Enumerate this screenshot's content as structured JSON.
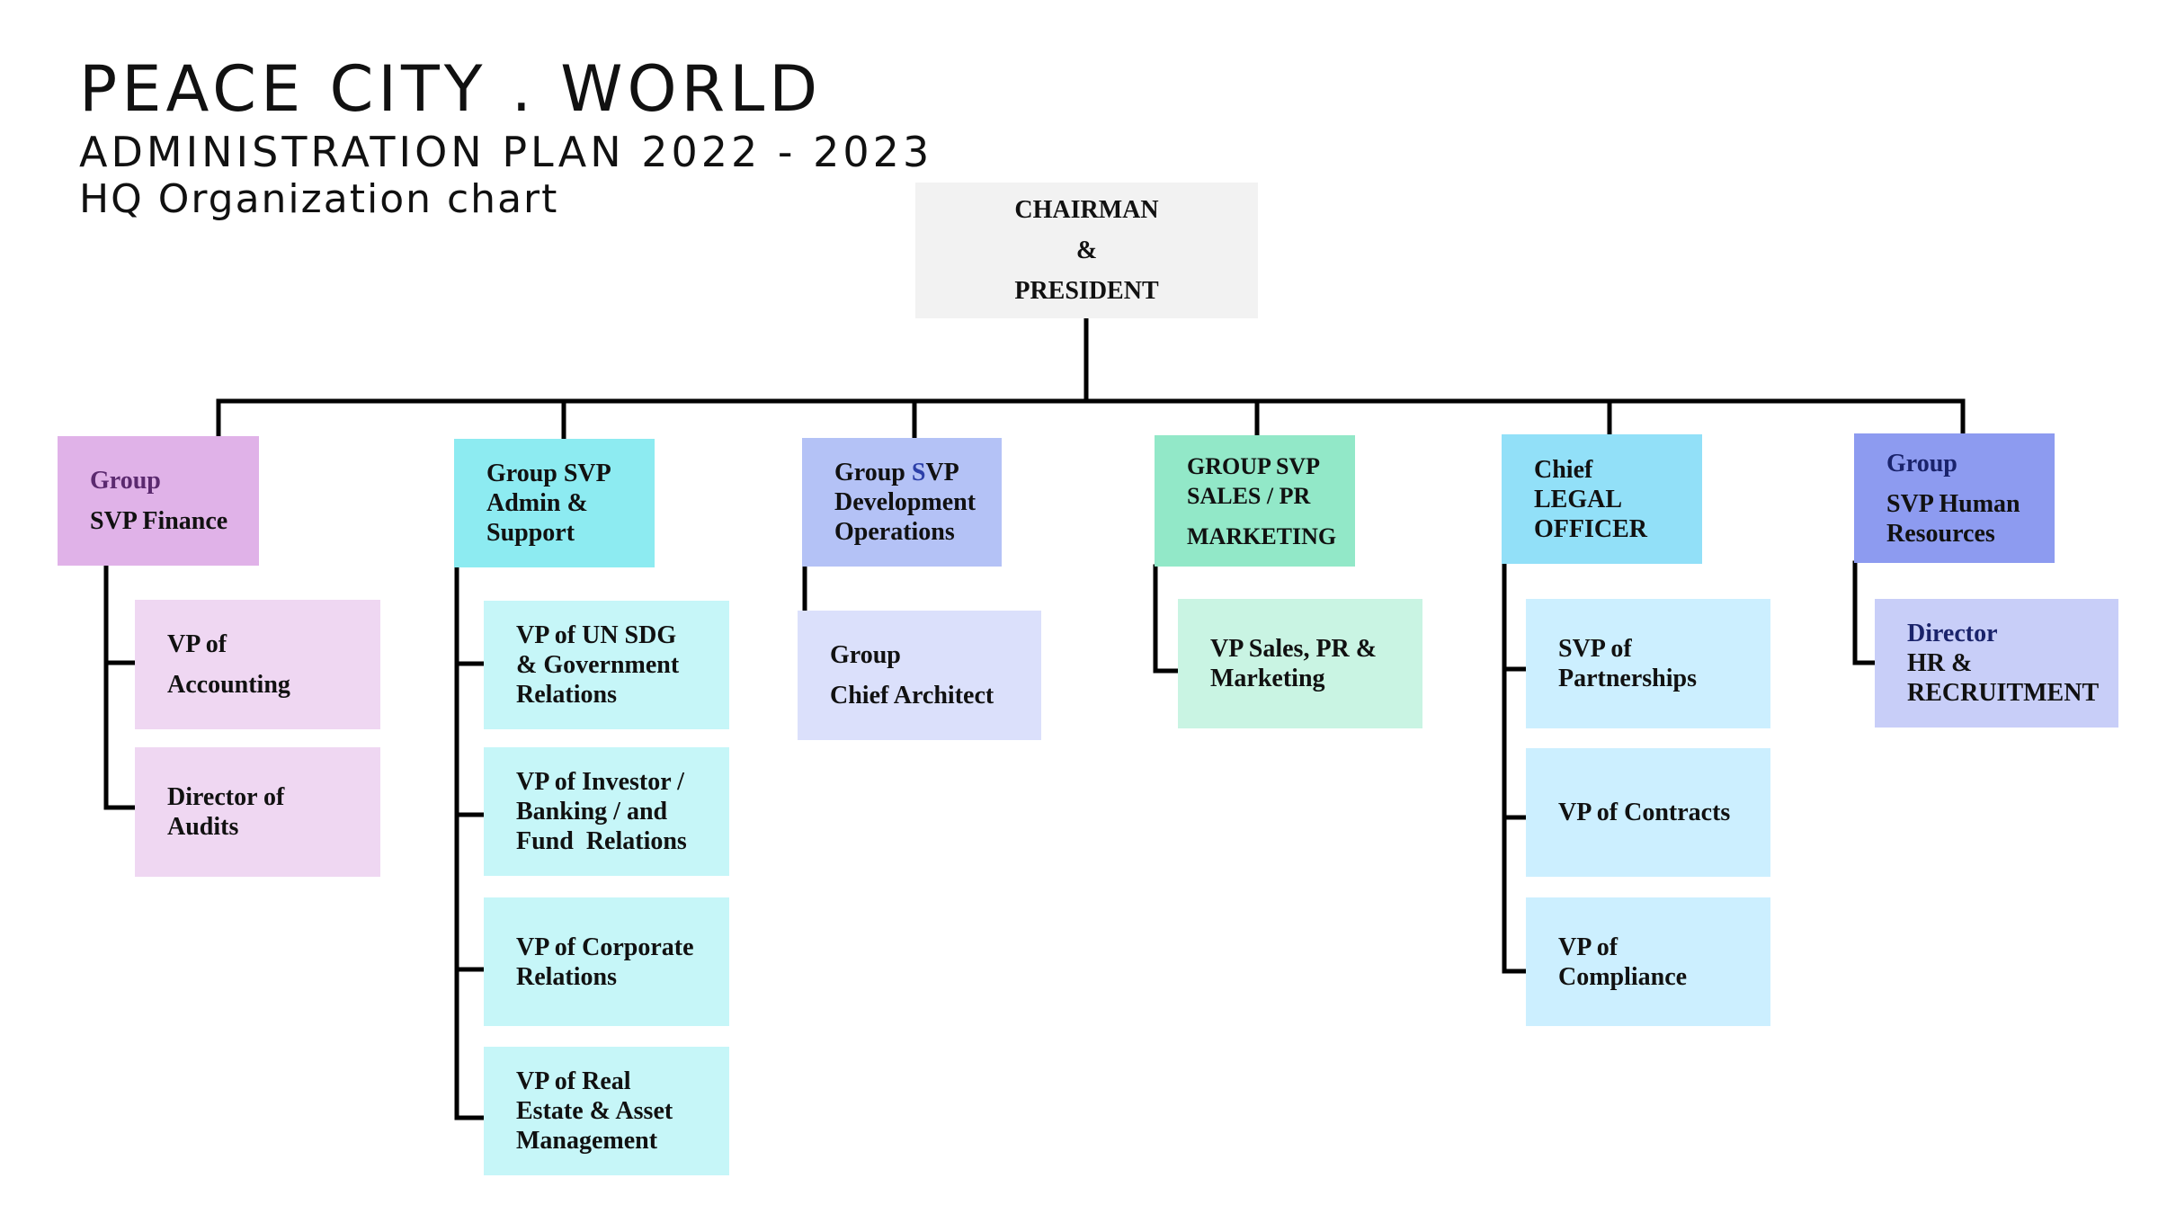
{
  "header": {
    "title": "PEACE CITY . WORLD",
    "subtitle": "ADMINISTRATION PLAN 2022 - 2023",
    "subtitle2": "HQ Organization chart"
  },
  "chairman": {
    "lines": [
      "CHAIRMAN",
      "&",
      "PRESIDENT"
    ]
  },
  "columns": [
    {
      "head": {
        "lines": [
          "Group",
          "SVP Finance"
        ],
        "color": "#e0b2e8"
      },
      "children": [
        {
          "lines": [
            "VP of",
            "Accounting"
          ]
        },
        {
          "lines": [
            "Director of",
            "Audits"
          ]
        }
      ]
    },
    {
      "head": {
        "lines": [
          "Group SVP",
          "Admin &",
          "Support"
        ],
        "color": "#8debf1"
      },
      "children": [
        {
          "lines": [
            "VP of UN SDG",
            "& Government",
            "Relations"
          ]
        },
        {
          "lines": [
            "VP of Investor /",
            "Banking / and",
            "Fund  Relations"
          ]
        },
        {
          "lines": [
            "VP of Corporate",
            "Relations"
          ]
        },
        {
          "lines": [
            "VP of Real",
            "Estate & Asset",
            "Management"
          ]
        }
      ]
    },
    {
      "head": {
        "line1a": "Group ",
        "line1b": "S",
        "line1c": "VP",
        "lines": [
          "",
          "Development",
          "Operations"
        ],
        "color": "#b4c2f6"
      },
      "children": [
        {
          "lines": [
            "Group",
            "Chief Architect"
          ]
        }
      ]
    },
    {
      "head": {
        "lines": [
          "GROUP SVP",
          "SALES / PR",
          "MARKETING"
        ],
        "color": "#92e8c8"
      },
      "children": [
        {
          "lines": [
            "VP Sales, PR &",
            "Marketing"
          ]
        }
      ]
    },
    {
      "head": {
        "lines": [
          "Chief",
          "LEGAL",
          "OFFICER"
        ],
        "color": "#92e0f8"
      },
      "children": [
        {
          "lines": [
            "SVP of",
            "Partnerships"
          ]
        },
        {
          "lines": [
            "VP of Contracts"
          ]
        },
        {
          "lines": [
            "VP of",
            "Compliance"
          ]
        }
      ]
    },
    {
      "head": {
        "lines": [
          "Group",
          "SVP Human",
          "Resources"
        ],
        "color": "#8d9bf0"
      },
      "children": [
        {
          "lines": [
            "Director",
            "HR &",
            "RECRUITMENT"
          ]
        }
      ]
    }
  ]
}
